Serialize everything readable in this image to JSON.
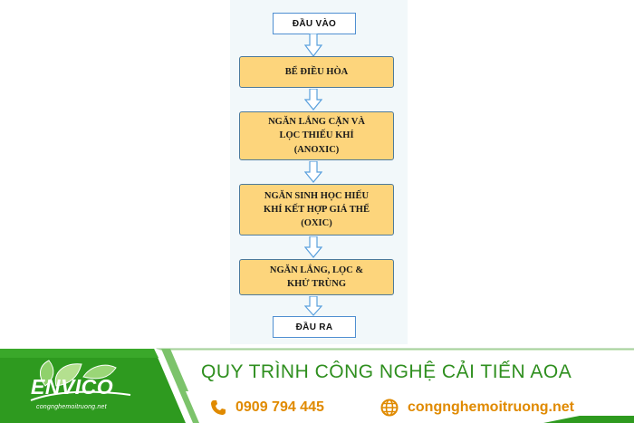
{
  "flowchart": {
    "input_label": "ĐẦU VÀO",
    "output_label": "ĐẦU RA",
    "steps": [
      {
        "lines": [
          "BỂ ĐIỀU HÒA"
        ]
      },
      {
        "lines": [
          "NGĂN LẮNG CẶN VÀ",
          "LỌC THIẾU KHÍ",
          "(ANOXIC)"
        ]
      },
      {
        "lines": [
          "NGĂN SINH HỌC HIẾU",
          "KHÍ KẾT HỢP GIÁ THỂ",
          "(OXIC)"
        ]
      },
      {
        "lines": [
          "NGĂN LẮNG, LỌC &",
          "KHỬ TRÙNG"
        ]
      }
    ]
  },
  "footer": {
    "title": "QUY TRÌNH CÔNG NGHỆ CẢI TIẾN AOA",
    "phone": "0909 794 445",
    "website": "congnghemoitruong.net",
    "brand_name": "ENVICO",
    "brand_url": "congnghemoitruong.net"
  },
  "colors": {
    "footer_green": "#2f8f1f",
    "footer_dark_green": "#1f7a12",
    "accent_orange": "#e08a00",
    "step_fill": "#fdd57c",
    "arrow_blue": "#5aa0dd"
  },
  "icons": [
    "phone-icon",
    "globe-icon",
    "leaf-logo-icon"
  ]
}
